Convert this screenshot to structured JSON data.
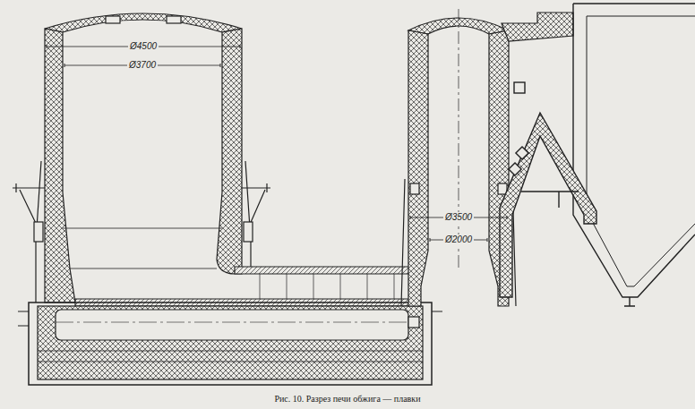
{
  "diagram": {
    "caption": "Рис. 10. Разрез печи обжига — плавки",
    "labels": [
      "Ø4500",
      "Ø3700",
      "Ø3500",
      "Ø2000"
    ]
  }
}
